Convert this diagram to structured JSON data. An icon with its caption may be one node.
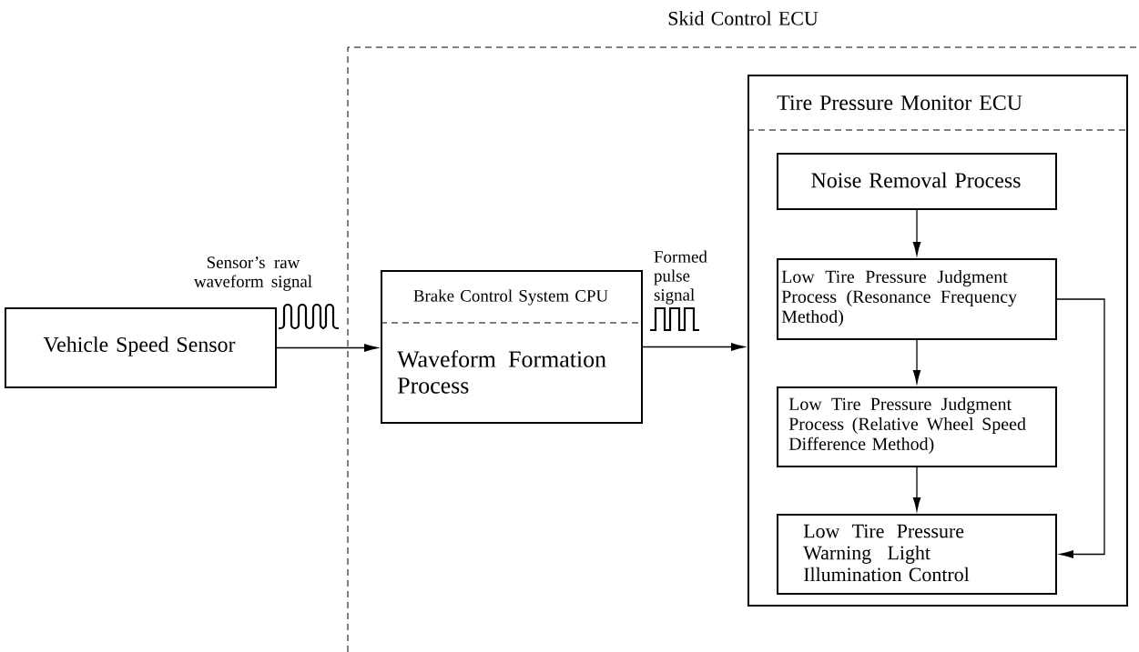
{
  "diagram": {
    "nodes": [
      {
        "text": [
          "Skid Control ECU"
        ]
      },
      {
        "text": [
          "Vehicle Speed Sensor"
        ]
      },
      {
        "text": [
          "Brake Control System CPU",
          "Waveform Formation Process"
        ],
        "in": 0
      },
      {
        "text": [
          "Tire Pressure Monitor ECU"
        ],
        "in": 0
      },
      {
        "text": [
          "Noise Removal Process"
        ],
        "in": 3
      },
      {
        "text": [
          "Low Tire Pressure Judgment Process (Resonance Frequency Method)"
        ],
        "in": 3
      },
      {
        "text": [
          "Low Tire Pressure Judgment Process (Relative Wheel Speed Difference Method)"
        ],
        "in": 3
      },
      {
        "text": [
          "Low Tire Pressure Warning Light Illumination Control"
        ],
        "in": 3
      }
    ],
    "edges": [
      {
        "from": 1,
        "to": 2,
        "arrow": "to",
        "label": "Sensor’s raw waveform signal"
      },
      {
        "from": 2,
        "to": 3,
        "arrow": "to",
        "label": "Formed pulse signal"
      },
      {
        "from": 4,
        "to": 5,
        "arrow": "to"
      },
      {
        "from": 5,
        "to": 6,
        "arrow": "to"
      },
      {
        "from": 6,
        "to": 7,
        "arrow": "to"
      },
      {
        "from": 5,
        "to": 7,
        "arrow": "to"
      }
    ]
  }
}
